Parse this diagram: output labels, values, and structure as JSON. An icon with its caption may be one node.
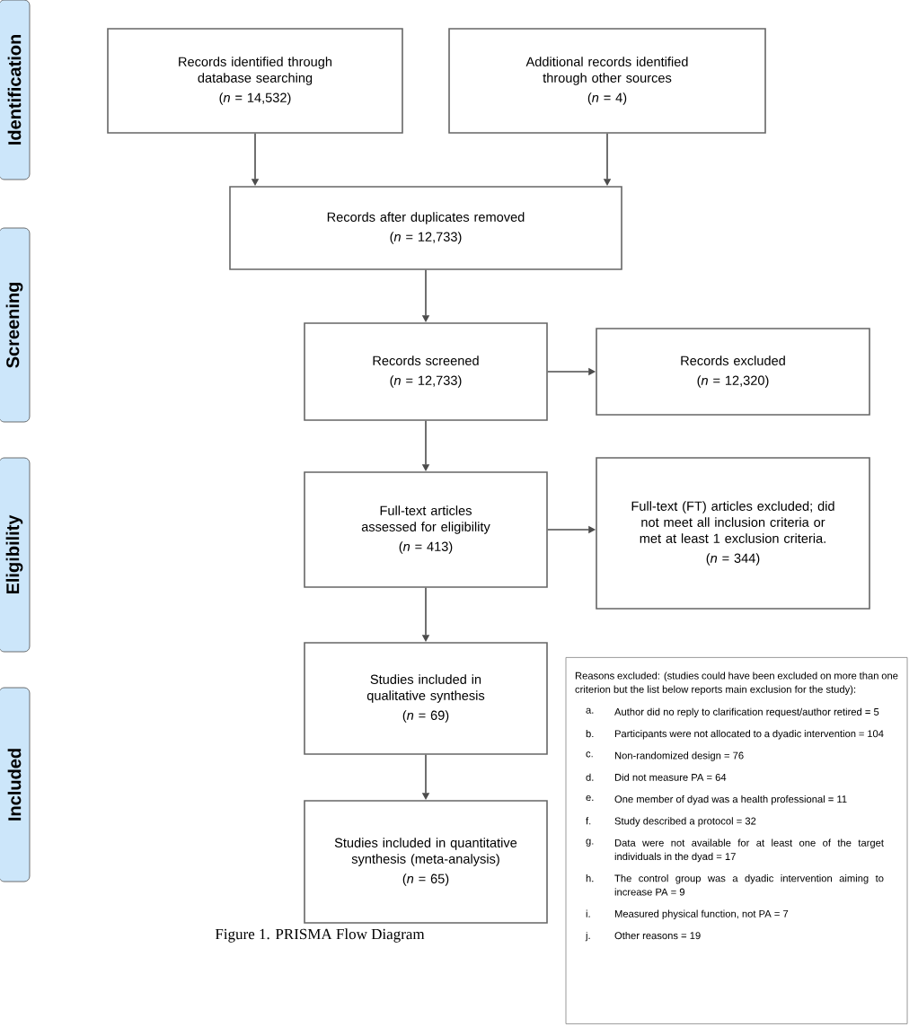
{
  "diagram": {
    "caption": "Figure 1. PRISMA Flow Diagram",
    "nodes": [
      {
        "text": [
          "Identification"
        ]
      },
      {
        "text": [
          "Screening"
        ]
      },
      {
        "text": [
          "Eligibility"
        ]
      },
      {
        "text": [
          "Included"
        ]
      },
      {
        "text": [
          "Records identified through database searching",
          "(*n* = 14,532)"
        ]
      },
      {
        "text": [
          "Additional records identified through other sources",
          "(*n* = 4)"
        ]
      },
      {
        "text": [
          "Records after duplicates removed",
          "(*n* = 12,733)"
        ]
      },
      {
        "text": [
          "Records screened",
          "(*n* = 12,733)"
        ]
      },
      {
        "text": [
          "Records excluded",
          "(*n* = 12,320)"
        ]
      },
      {
        "text": [
          "Full-text articles assessed for eligibility",
          "(*n* = 413)"
        ]
      },
      {
        "text": [
          "Full-text (FT) articles excluded; did not meet all inclusion criteria or met at least 1 exclusion criteria.",
          "(*n* = 344)"
        ]
      },
      {
        "text": [
          "Studies included in qualitative synthesis",
          "(*n* = 69)"
        ]
      },
      {
        "text": [
          "Studies included in quantitative synthesis (meta-analysis)",
          "(*n* = 65)"
        ]
      },
      {
        "text": [
          "Reasons excluded: (studies could have been excluded on more than one criterion but the list below reports main exclusion for the study):",
          "a.",
          "Author did no reply to clarification request/author retired = 5",
          "b.",
          "Participants were not allocated to a dyadic intervention = 104",
          "c.",
          "Non-randomized design = 76",
          "d.",
          "Did not measure PA = 64",
          "e.",
          "One member of dyad was a health professional = 11",
          "f.",
          "Study described a protocol = 32",
          "g.",
          "Data were not available for at least one of the target individuals in the dyad = 17",
          "h.",
          "The control group was a dyadic intervention aiming to  increase PA = 9",
          "i.",
          "Measured physical function, not PA = 7",
          "j.",
          "Other reasons = 19"
        ]
      }
    ],
    "edges": [
      {
        "from": 4,
        "to": 6,
        "arrow": "to"
      },
      {
        "from": 5,
        "to": 6,
        "arrow": "to"
      },
      {
        "from": 6,
        "to": 7,
        "arrow": "to"
      },
      {
        "from": 7,
        "to": 8,
        "arrow": "to"
      },
      {
        "from": 7,
        "to": 9,
        "arrow": "to"
      },
      {
        "from": 9,
        "to": 10,
        "arrow": "to"
      },
      {
        "from": 9,
        "to": 11,
        "arrow": "to"
      },
      {
        "from": 11,
        "to": 12,
        "arrow": "to"
      }
    ]
  }
}
